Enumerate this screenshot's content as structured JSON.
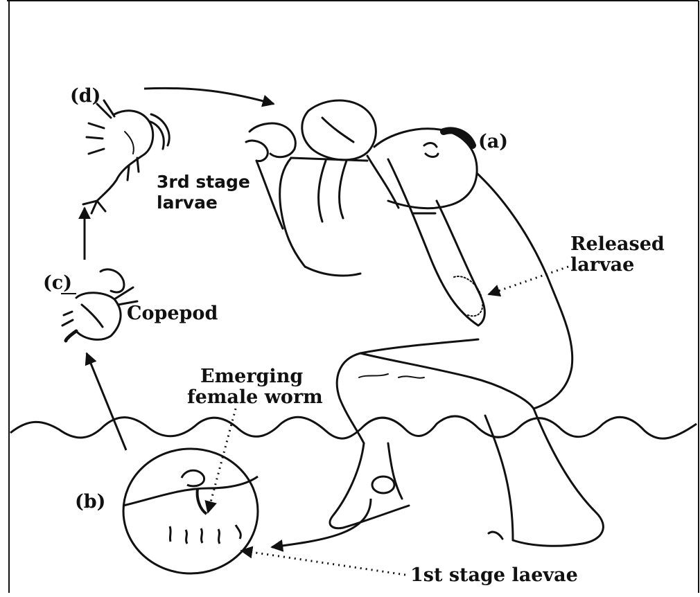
{
  "labels": {
    "a": "(a)",
    "b": "(b)",
    "c": "(c)",
    "d": "(d)",
    "third_stage_line1": "3rd stage",
    "third_stage_line2": "larvae",
    "copepod": "Copepod",
    "released_line1": "Released",
    "released_line2": "larvae",
    "emerging_line1": "Emerging",
    "emerging_line2": "female worm",
    "first_stage": "1st stage laevae"
  },
  "colors": {
    "ink": "#111111",
    "background": "#ffffff"
  }
}
